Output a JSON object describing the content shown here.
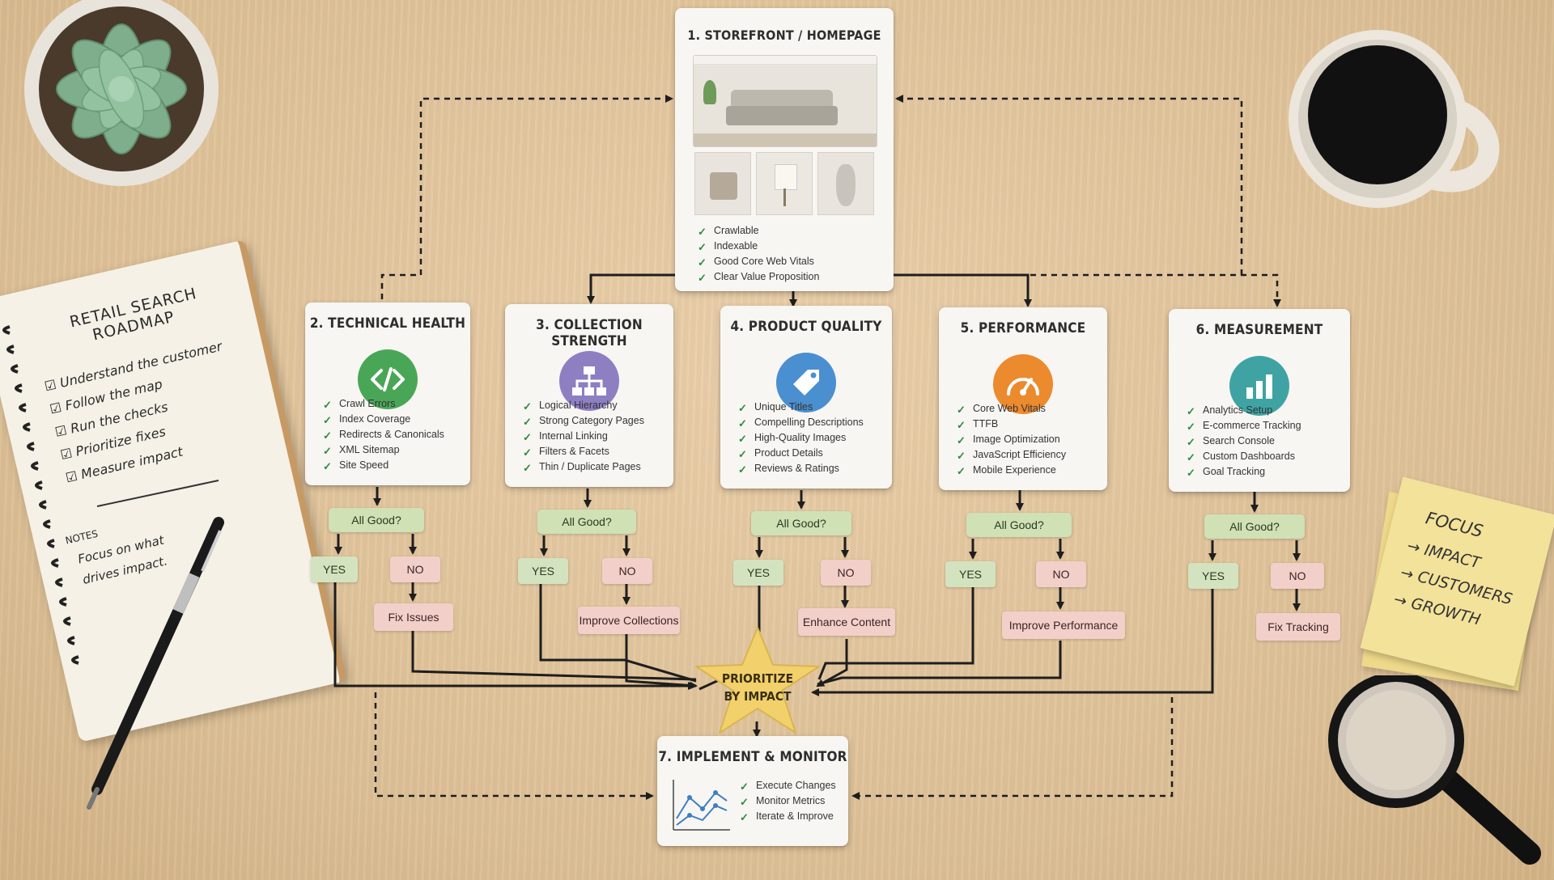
{
  "nodes": {
    "storefront": {
      "title": "1. STOREFRONT / HOMEPAGE",
      "checks": [
        "Crawlable",
        "Indexable",
        "Good Core Web Vitals",
        "Clear Value Proposition"
      ]
    },
    "pillars": [
      {
        "title": "2. TECHNICAL HEALTH",
        "icon": "code-icon",
        "color": "#4aa657",
        "checks": [
          "Crawl Errors",
          "Index Coverage",
          "Redirects & Canonicals",
          "XML Sitemap",
          "Site Speed"
        ],
        "decision": "All Good?",
        "yes": "YES",
        "no": "NO",
        "action": "Fix Issues"
      },
      {
        "title": "3. COLLECTION STRENGTH",
        "icon": "hierarchy-icon",
        "color": "#8d7fc2",
        "checks": [
          "Logical Hierarchy",
          "Strong Category Pages",
          "Internal Linking",
          "Filters & Facets",
          "Thin / Duplicate Pages"
        ],
        "decision": "All Good?",
        "yes": "YES",
        "no": "NO",
        "action": "Improve Collections"
      },
      {
        "title": "4. PRODUCT QUALITY",
        "icon": "tag-icon",
        "color": "#4a8fcf",
        "checks": [
          "Unique Titles",
          "Compelling Descriptions",
          "High-Quality Images",
          "Product Details",
          "Reviews & Ratings"
        ],
        "decision": "All Good?",
        "yes": "YES",
        "no": "NO",
        "action": "Enhance Content"
      },
      {
        "title": "5. PERFORMANCE",
        "icon": "speedometer-icon",
        "color": "#ec8a2e",
        "checks": [
          "Core Web Vitals",
          "TTFB",
          "Image Optimization",
          "JavaScript Efficiency",
          "Mobile Experience"
        ],
        "decision": "All Good?",
        "yes": "YES",
        "no": "NO",
        "action": "Improve Performance"
      },
      {
        "title": "6. MEASUREMENT",
        "icon": "bar-chart-icon",
        "color": "#3fa3a3",
        "checks": [
          "Analytics Setup",
          "E-commerce Tracking",
          "Search Console",
          "Custom Dashboards",
          "Goal Tracking"
        ],
        "decision": "All Good?",
        "yes": "YES",
        "no": "NO",
        "action": "Fix Tracking"
      }
    ],
    "prioritize": {
      "line1": "PRIORITIZE",
      "line2": "BY IMPACT"
    },
    "implement": {
      "title": "7. IMPLEMENT & MONITOR",
      "checks": [
        "Execute Changes",
        "Monitor Metrics",
        "Iterate & Improve"
      ]
    }
  },
  "notebook": {
    "title_line1": "RETAIL SEARCH",
    "title_line2": "ROADMAP",
    "items": [
      "Understand the customer",
      "Follow the map",
      "Run the checks",
      "Prioritize fixes",
      "Measure impact"
    ],
    "notes_label": "NOTES",
    "notes_line1": "Focus on what",
    "notes_line2": "drives impact."
  },
  "sticky_note": {
    "lines": [
      "FOCUS",
      "→ IMPACT",
      "→ CUSTOMERS",
      "→ GROWTH"
    ]
  },
  "colors": {
    "check": "#2f8a3c",
    "decision": "#cfe1b5",
    "no": "#f3cfca",
    "star": "#f2d06b"
  }
}
